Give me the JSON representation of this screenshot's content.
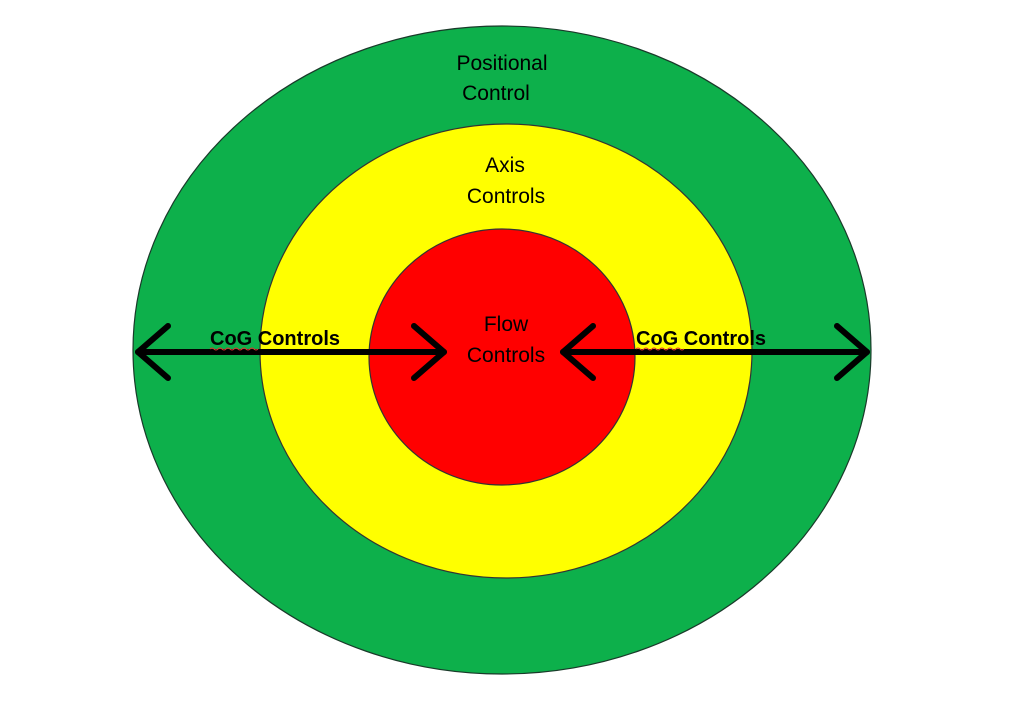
{
  "colors": {
    "outer": "#0db04b",
    "middle": "#ffff00",
    "inner": "#ff0000",
    "arrow": "#000000",
    "spellcheck": "#e03030"
  },
  "rings": {
    "outer": {
      "line1": "Positional",
      "line2": "Control"
    },
    "middle": {
      "line1": "Axis",
      "line2": "Controls"
    },
    "inner": {
      "line1": "Flow",
      "line2": "Controls"
    }
  },
  "arrows": {
    "left": {
      "label_a": "CoG",
      "label_b": " Controls"
    },
    "right": {
      "label_a": "CoG",
      "label_b": " Controls"
    }
  }
}
